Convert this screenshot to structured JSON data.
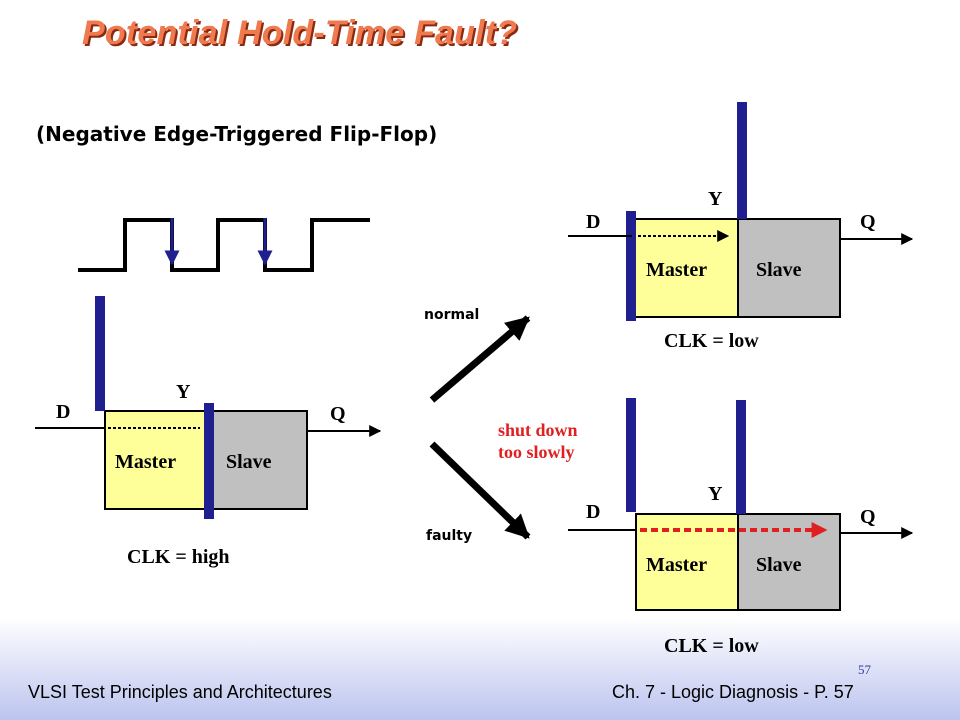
{
  "slide": {
    "title": "Potential Hold-Time Fault?",
    "subtitle": "(Negative Edge-Triggered Flip-Flop)",
    "footer_left": "VLSI Test Principles and Architectures",
    "footer_right": "Ch. 7 - Logic Diagnosis  - P. 57",
    "page_number": "57"
  },
  "diagram": {
    "left_ff": {
      "d": "D",
      "y": "Y",
      "q": "Q",
      "master": "Master",
      "slave": "Slave",
      "clk": "CLK = high"
    },
    "top_ff": {
      "d": "D",
      "y": "Y",
      "q": "Q",
      "master": "Master",
      "slave": "Slave",
      "clk": "CLK = low"
    },
    "bottom_ff": {
      "d": "D",
      "y": "Y",
      "q": "Q",
      "master": "Master",
      "slave": "Slave",
      "clk": "CLK = low"
    },
    "normal_label": "normal",
    "faulty_label": "faulty",
    "fault_note_line1": "shut down",
    "fault_note_line2": "too slowly"
  },
  "colors": {
    "title": "#f07a50",
    "master_fill": "#ffff99",
    "slave_fill": "#c0c0c0",
    "bar": "#1f1f8f",
    "fault_text": "#e02020",
    "fault_arrow": "#e02020"
  }
}
